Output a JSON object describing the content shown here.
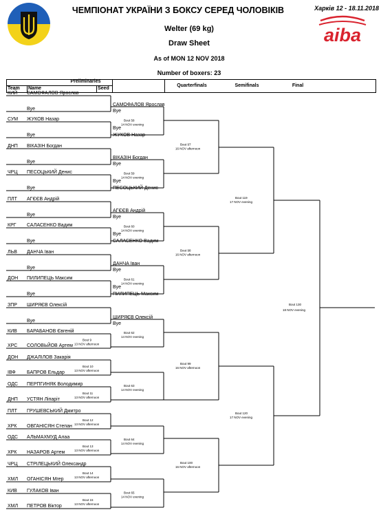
{
  "header": {
    "title": "ЧЕМПІОНАТ УКРАЇНИ З БОКСУ СЕРЕД ЧОЛОВІКІВ",
    "location_dates": "Харків 12 - 18.11.2018",
    "weight_class": "Welter (69 kg)",
    "sheet": "Draw Sheet",
    "as_of": "As of MON 12 NOV 2018",
    "boxers_count": "Number of boxers: 23",
    "brand": "aiba"
  },
  "columns": {
    "preliminaries": "Preliminaries",
    "team": "Team",
    "name": "Name",
    "seed": "Seed",
    "quarterfinals": "Quarterfinals",
    "semifinals": "Semifinals",
    "final": "Final"
  },
  "bye": "Bye",
  "entries": [
    {
      "team": "КИЙ",
      "name": "САМОФАЛОВ Ярослав"
    },
    {
      "team": "СУМ",
      "name": "ЖУКОВ Назар"
    },
    {
      "team": "ДНП",
      "name": "ВІКАЗІН Богдан"
    },
    {
      "team": "ЧРЦ",
      "name": "ПЕСОЦЬКИЙ Денис"
    },
    {
      "team": "ПЛТ",
      "name": "АГЄЄВ Андрій"
    },
    {
      "team": "КРГ",
      "name": "САЛАСЕНКО Вадим"
    },
    {
      "team": "ЛЬВ",
      "name": "ДАНЧА Іван"
    },
    {
      "team": "ДОН",
      "name": "ПИЛИПЕЦЬ Максим"
    },
    {
      "team": "ЗПР",
      "name": "ШИРЯЄВ Олексій"
    },
    {
      "team": "КИВ",
      "name": "БАРАБАНОВ Євгеній"
    },
    {
      "team": "ХРС",
      "name": "СОЛОВЬЙОВ Артем"
    },
    {
      "team": "ДОН",
      "name": "ДЖАЛІЛОВ Закарія"
    },
    {
      "team": "ІВФ",
      "name": "БАПРОВ Ельдар"
    },
    {
      "team": "ОДС",
      "name": "ПЕРПГИНЯК Володимир"
    },
    {
      "team": "ДНП",
      "name": "УСТЯН Ліпаріт"
    },
    {
      "team": "ПЛТ",
      "name": "ГРУШЕВСЬКИЙ Дмитро"
    },
    {
      "team": "ХРК",
      "name": "ОВГАНІСЯН Степан"
    },
    {
      "team": "ОДС",
      "name": "АЛЬМАХМУД Алаа"
    },
    {
      "team": "ХРК",
      "name": "НАЗАРОВ Артем"
    },
    {
      "team": "ЧРЦ",
      "name": "СТРІЛЕЦЬКИЙ Олександр"
    },
    {
      "team": "ХМЛ",
      "name": "ОГАНІСЯН Мгер"
    },
    {
      "team": "КИВ",
      "name": "ГУЛАКОВ Іван"
    },
    {
      "team": "ХМЛ",
      "name": "ПЕТРОВ Віктор"
    }
  ],
  "prelim_bouts": [
    {
      "bout": "Bout 9",
      "time": "13 NOV afternoon"
    },
    {
      "bout": "Bout 10",
      "time": "13 NOV afternoon"
    },
    {
      "bout": "Bout 11",
      "time": "13 NOV afternoon"
    },
    {
      "bout": "Bout 12",
      "time": "13 NOV afternoon"
    },
    {
      "bout": "Bout 13",
      "time": "13 NOV afternoon"
    },
    {
      "bout": "Bout 14",
      "time": "13 NOV afternoon"
    },
    {
      "bout": "Bout 15",
      "time": "13 NOV afternoon"
    }
  ],
  "r16_winners": [
    "САМОФАЛОВ Ярослав",
    "ЖУКОВ Назар",
    "ВІКАЗІН Богдан",
    "ПЕСОЦЬКИЙ Денис",
    "АГЄЄВ Андрій",
    "САЛАСЕНКО Вадим",
    "ДАНЧА Іван",
    "ПИЛИПЕЦЬ Максим",
    "ШИРЯЄВ Олексій"
  ],
  "r16_bouts": [
    {
      "bout": "Bout 58",
      "time": "14 NOV evening"
    },
    {
      "bout": "Bout 59",
      "time": "14 NOV evening"
    },
    {
      "bout": "Bout 60",
      "time": "14 NOV evening"
    },
    {
      "bout": "Bout 61",
      "time": "14 NOV evening"
    },
    {
      "bout": "Bout 62",
      "time": "14 NOV evening"
    },
    {
      "bout": "Bout 63",
      "time": "14 NOV evening"
    },
    {
      "bout": "Bout 64",
      "time": "14 NOV evening"
    },
    {
      "bout": "Bout 65",
      "time": "14 NOV evening"
    }
  ],
  "qf_bouts": [
    {
      "bout": "Bout 97",
      "time": "16 NOV afternoon"
    },
    {
      "bout": "Bout 98",
      "time": "16 NOV afternoon"
    },
    {
      "bout": "Bout 99",
      "time": "16 NOV afternoon"
    },
    {
      "bout": "Bout 100",
      "time": "16 NOV afternoon"
    }
  ],
  "sf_bouts": [
    {
      "bout": "Bout 119",
      "time": "17 NOV evening"
    },
    {
      "bout": "Bout 120",
      "time": "17 NOV evening"
    }
  ],
  "final_bout": {
    "bout": "Bout 130",
    "time": "18 NOV evening"
  },
  "colors": {
    "flag_blue": "#1f5fb8",
    "flag_yellow": "#f3d21a",
    "emblem": "#111111",
    "aiba_red": "#d9232e",
    "line": "#000000"
  }
}
